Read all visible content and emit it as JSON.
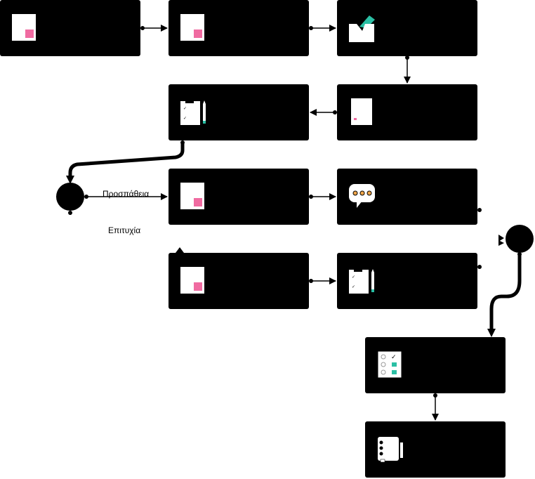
{
  "labels": {
    "attempt": "Προσπάθεια",
    "success": "Επιτυχία"
  },
  "nodes": [
    {
      "id": "task-1",
      "icon": "document-icon"
    },
    {
      "id": "task-2",
      "icon": "document-icon"
    },
    {
      "id": "task-3",
      "icon": "ballot-box-icon"
    },
    {
      "id": "task-4",
      "icon": "page-icon"
    },
    {
      "id": "task-5",
      "icon": "clipboard-pen-icon"
    },
    {
      "id": "task-6",
      "icon": "document-icon"
    },
    {
      "id": "task-7",
      "icon": "speech-bubble-icon"
    },
    {
      "id": "task-8",
      "icon": "document-icon"
    },
    {
      "id": "task-9",
      "icon": "clipboard-pen-icon"
    },
    {
      "id": "task-10",
      "icon": "checklist-icon"
    },
    {
      "id": "task-11",
      "icon": "notebook-icon"
    }
  ],
  "gateways": [
    {
      "id": "gateway-left"
    },
    {
      "id": "gateway-right"
    }
  ],
  "colors": {
    "node": "#000000",
    "canvas": "#ffffff",
    "accent_pink": "#f06ba1",
    "accent_teal": "#2bbfa4",
    "accent_orange": "#f0a64a"
  }
}
